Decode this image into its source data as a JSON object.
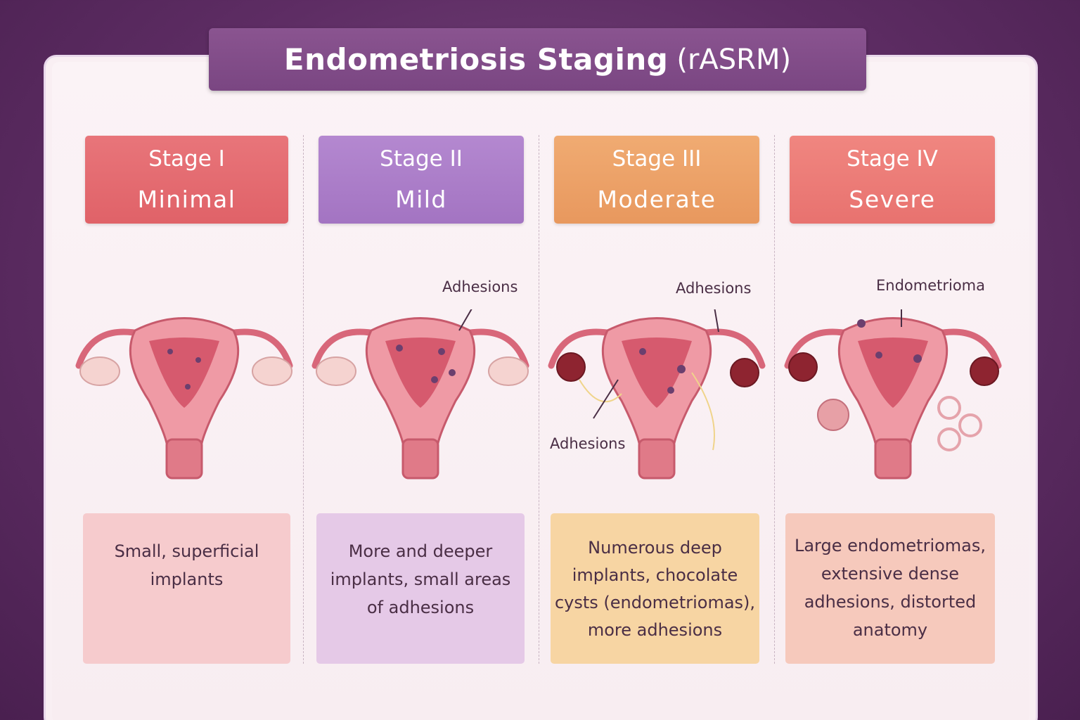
{
  "title": {
    "main": "Endometriosis Staging",
    "sub": "(rASRM)"
  },
  "stages": [
    {
      "number": "Stage I",
      "name": "Minimal",
      "color": "#e46a70",
      "description": [
        "Small, superficial",
        "implants"
      ]
    },
    {
      "number": "Stage II",
      "name": "Mild",
      "color": "#ab7cc8",
      "description": [
        "More and deeper",
        "implants, small areas",
        "of adhesions"
      ]
    },
    {
      "number": "Stage III",
      "name": "Moderate",
      "color": "#eca068",
      "description": [
        "Numerous deep",
        "implants, chocolate",
        "cysts (endometriomas),",
        "more adhesions"
      ]
    },
    {
      "number": "Stage IV",
      "name": "Severe",
      "color": "#ec7b78",
      "description": [
        "Large endometriomas,",
        "extensive dense",
        "adhesions, distorted",
        "anatomy"
      ]
    }
  ],
  "labels": {
    "stage2_adhesions": "Adhesions",
    "stage3_adhesions_top": "Adhesions",
    "stage3_adhesions_bottom": "Adhesions",
    "stage4_endometrioma": "Endometrioma"
  }
}
